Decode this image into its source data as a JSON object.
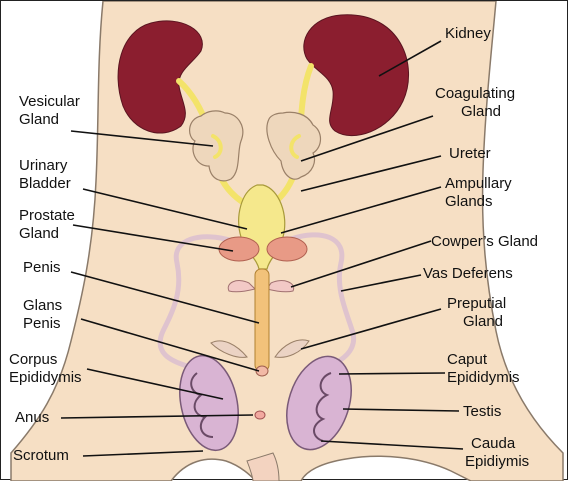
{
  "labels": {
    "kidney": "Kidney",
    "vesicular_gland": [
      "Vesicular",
      "Gland"
    ],
    "coagulating_gland": [
      "Coagulating",
      "Gland"
    ],
    "urinary_bladder": [
      "Urinary",
      "Bladder"
    ],
    "ureter": "Ureter",
    "ampullary_glands": [
      "Ampullary",
      "Glands"
    ],
    "prostate_gland": [
      "Prostate",
      "Gland"
    ],
    "cowpers_gland": "Cowper’s Gland",
    "penis": "Penis",
    "vas_deferens": "Vas Deferens",
    "glans_penis": [
      "Glans",
      "Penis"
    ],
    "preputial_gland": [
      "Preputial",
      "Gland"
    ],
    "corpus_epididymis": [
      "Corpus",
      "Epididymis"
    ],
    "caput_epididymis": [
      "Caput",
      "Epididymis"
    ],
    "anus": "Anus",
    "testis": "Testis",
    "scrotum": "Scrotum",
    "cauda_epididymis": [
      "Cauda",
      "Epidiymis"
    ]
  },
  "colors": {
    "body": "#F6DFC4",
    "body_outline": "#8A7A6A",
    "kidney": "#8B1E2F",
    "ureter": "#F3E36A",
    "gland": "#EED7BC",
    "bladder": "#F5E88C",
    "prostate": "#E89A86",
    "vas_deferens": "#DFC3CE",
    "testis": "#D9B4D3",
    "penis": "#F2C27A",
    "leader": "#111111"
  }
}
